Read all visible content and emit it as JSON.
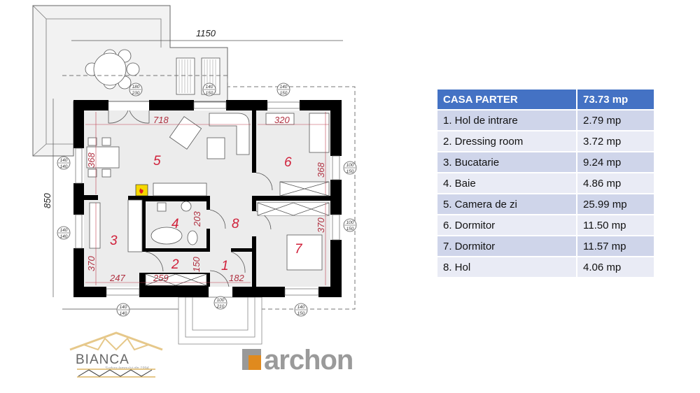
{
  "plan": {
    "overall_width": "1150",
    "overall_depth": "850",
    "room_numbers": [
      "1",
      "2",
      "3",
      "4",
      "5",
      "6",
      "7",
      "8"
    ],
    "dimensions": {
      "living_width": "718",
      "living_depth": "368",
      "bedroom6_width": "320",
      "bedroom6_depth": "368",
      "kitchen_depth": "370",
      "bedroom7_depth": "370",
      "bath_depth": "203",
      "dressing_depth": "150",
      "kitchen_width": "247",
      "dressing_width": "259",
      "hall_width": "182"
    },
    "openings": [
      {
        "top": "180",
        "bottom": "230"
      },
      {
        "top": "140",
        "bottom": "150"
      },
      {
        "top": "140",
        "bottom": "150"
      },
      {
        "top": "140",
        "bottom": "140"
      },
      {
        "top": "100",
        "bottom": "150"
      },
      {
        "top": "140",
        "bottom": "140"
      },
      {
        "top": "100",
        "bottom": "150"
      },
      {
        "top": "140",
        "bottom": "140"
      },
      {
        "top": "100",
        "bottom": "210"
      },
      {
        "top": "140",
        "bottom": "150"
      }
    ],
    "colors": {
      "wall": "#000000",
      "floor": "#ececec",
      "label": "#d0203a",
      "fire": "#f5d800"
    }
  },
  "logos": {
    "bianca": {
      "name": "BIANCA",
      "tagline": "Sudura lemnului din 1994"
    },
    "archon": {
      "name": "archon",
      "accent": "#e08a1e"
    }
  },
  "table": {
    "header": {
      "name": "CASA PARTER",
      "area": "73.73 mp"
    },
    "rows": [
      {
        "name": "1. Hol de intrare",
        "area": "2.79 mp"
      },
      {
        "name": "2. Dressing room",
        "area": "3.72 mp"
      },
      {
        "name": "3. Bucatarie",
        "area": "9.24 mp"
      },
      {
        "name": "4. Baie",
        "area": "4.86 mp"
      },
      {
        "name": "5. Camera de zi",
        "area": "25.99 mp"
      },
      {
        "name": "6. Dormitor",
        "area": "11.50 mp"
      },
      {
        "name": "7. Dormitor",
        "area": "11.57 mp"
      },
      {
        "name": "8. Hol",
        "area": "4.06 mp"
      }
    ]
  }
}
